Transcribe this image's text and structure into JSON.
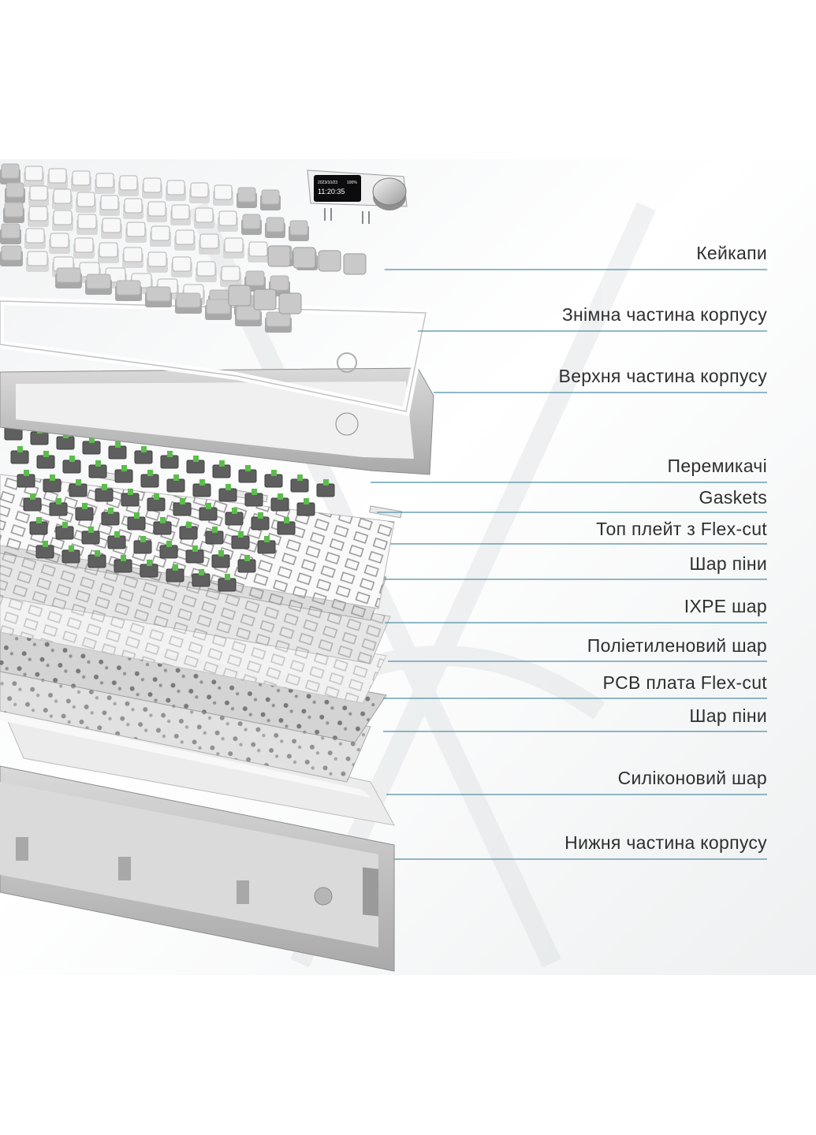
{
  "display": {
    "date_text": "2023/10/23",
    "battery_text": "100%",
    "time_text": "11:20:35"
  },
  "callouts": [
    {
      "label": "Кейкапи"
    },
    {
      "label": "Знімна частина корпусу"
    },
    {
      "label": "Верхня частина корпусу"
    },
    {
      "label": "Перемикачі"
    },
    {
      "label": "Gaskets"
    },
    {
      "label": "Топ плейт з Flex-cut"
    },
    {
      "label": "Шар піни"
    },
    {
      "label": "IXPE шар"
    },
    {
      "label": "Поліетиленовий шар"
    },
    {
      "label": "PCB плата Flex-cut"
    },
    {
      "label": "Шар піни"
    },
    {
      "label": "Силіконовий шар"
    },
    {
      "label": "Нижня частина корпусу"
    }
  ],
  "colors": {
    "leader_line": "#4f8fa3",
    "panel_bg": "#f1f3f4",
    "keycap_white": "#f7f7f7",
    "keycap_grey": "#c9c9c9",
    "switch_green": "#5bbd4b",
    "display_screen": "#0c0c0e"
  }
}
